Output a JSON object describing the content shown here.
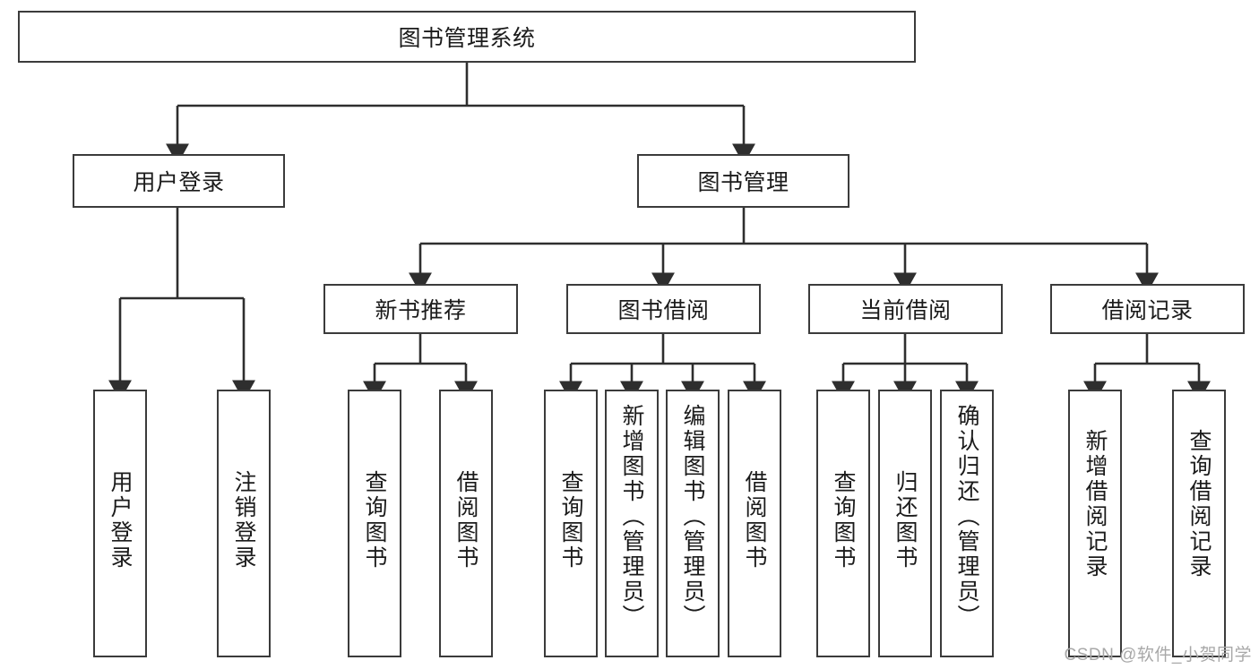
{
  "diagram": {
    "type": "tree",
    "title": "图书管理系统",
    "watermark": "CSDN @软件_小贺同学",
    "root": {
      "label": "图书管理系统"
    },
    "level2": [
      {
        "label": "用户登录"
      },
      {
        "label": "图书管理"
      }
    ],
    "level3": [
      {
        "label": "新书推荐"
      },
      {
        "label": "图书借阅"
      },
      {
        "label": "当前借阅"
      },
      {
        "label": "借阅记录"
      }
    ],
    "leaves": {
      "user_login": [
        {
          "label": "用户登录"
        },
        {
          "label": "注销登录"
        }
      ],
      "new_book": [
        {
          "label": "查询图书"
        },
        {
          "label": "借阅图书"
        }
      ],
      "book_borrow": [
        {
          "label": "查询图书"
        },
        {
          "label": "新增图书（管理员）"
        },
        {
          "label": "编辑图书（管理员）"
        },
        {
          "label": "借阅图书"
        }
      ],
      "current_borrow": [
        {
          "label": "查询图书"
        },
        {
          "label": "归还图书"
        },
        {
          "label": "确认归还（管理员）"
        }
      ],
      "borrow_record": [
        {
          "label": "新增借阅记录"
        },
        {
          "label": "查询借阅记录"
        }
      ]
    },
    "colors": {
      "stroke": "#3b3b3b",
      "text": "#1b1b1b",
      "background": "#ffffff",
      "watermark": "#a8a8a8"
    }
  }
}
